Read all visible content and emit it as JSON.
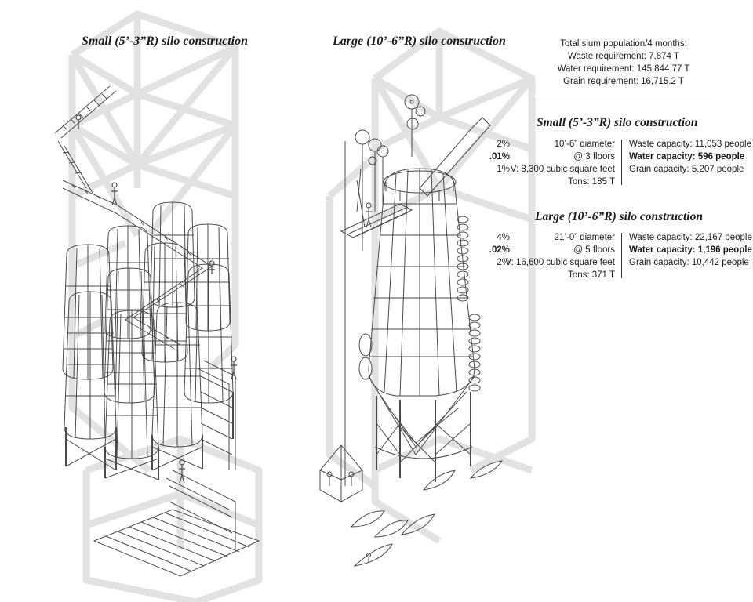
{
  "figure": {
    "small_title": "Small (5’-3”R) silo construction",
    "large_title": "Large (10’-6”R) silo construction"
  },
  "requirements": {
    "heading": "Total slum population/4 months:",
    "waste": "Waste requirement: 7,874 T",
    "water": "Water requirement: 145,844.77 T",
    "grain": "Grain requirement: 16,715.2 T"
  },
  "small_silo": {
    "title": "Small (5’-3”R) silo construction",
    "pct_waste": "2%",
    "pct_water": ".01%",
    "pct_grain": "1%",
    "diameter": "10’-6” diameter",
    "floors": "@ 3 floors",
    "volume": "V: 8,300 cubic square feet",
    "tons": "Tons: 185 T",
    "waste_capacity": "Waste capacity: 11,053 people",
    "water_capacity": "Water capacity: 596 people",
    "grain_capacity": "Grain capacity: 5,207 people"
  },
  "large_silo": {
    "title": "Large (10’-6”R) silo construction",
    "pct_waste": "4%",
    "pct_water": ".02%",
    "pct_grain": "2%",
    "diameter": "21’-0” diameter",
    "floors": "@ 5 floors",
    "volume": "V: 16,600 cubic square feet",
    "tons": "Tons: 371 T",
    "waste_capacity": "Waste capacity: 22,167 people",
    "water_capacity": "Water capacity: 1,196 people",
    "grain_capacity": "Grain capacity: 10,442 people"
  },
  "colors": {
    "scaffold": "#e2e2e2",
    "line": "#4a4a4a",
    "text": "#1a1a1a"
  }
}
